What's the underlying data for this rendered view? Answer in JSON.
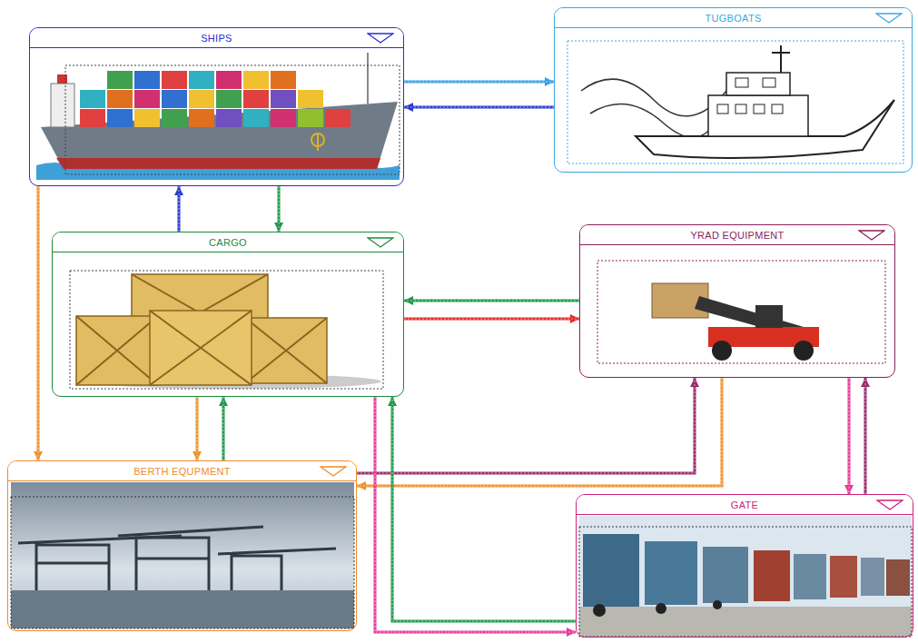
{
  "diagram": {
    "nodes": [
      {
        "text": [
          "SHIPS"
        ]
      },
      {
        "text": [
          "TUGBOATS"
        ]
      },
      {
        "text": [
          "CARGO"
        ]
      },
      {
        "text": [
          "YRAD EQUIPMENT"
        ]
      },
      {
        "text": [
          "BERTH EQUPMENT"
        ]
      },
      {
        "text": [
          "GATE"
        ]
      }
    ],
    "edges": [
      {
        "from": 0,
        "to": 1,
        "arrow": "to"
      },
      {
        "from": 1,
        "to": 0,
        "arrow": "to"
      },
      {
        "from": 2,
        "to": 0,
        "arrow": "to"
      },
      {
        "from": 0,
        "to": 2,
        "arrow": "to"
      },
      {
        "from": 0,
        "to": 4,
        "arrow": "to"
      },
      {
        "from": 2,
        "to": 4,
        "arrow": "to"
      },
      {
        "from": 4,
        "to": 2,
        "arrow": "to"
      },
      {
        "from": 3,
        "to": 2,
        "arrow": "to"
      },
      {
        "from": 2,
        "to": 3,
        "arrow": "to"
      },
      {
        "from": 4,
        "to": 3,
        "arrow": "to"
      },
      {
        "from": 3,
        "to": 4,
        "arrow": "to"
      },
      {
        "from": 3,
        "to": 5,
        "arrow": "to"
      },
      {
        "from": 5,
        "to": 3,
        "arrow": "to"
      },
      {
        "from": 2,
        "to": 5,
        "arrow": "to"
      },
      {
        "from": 5,
        "to": 2,
        "arrow": "to"
      }
    ]
  }
}
